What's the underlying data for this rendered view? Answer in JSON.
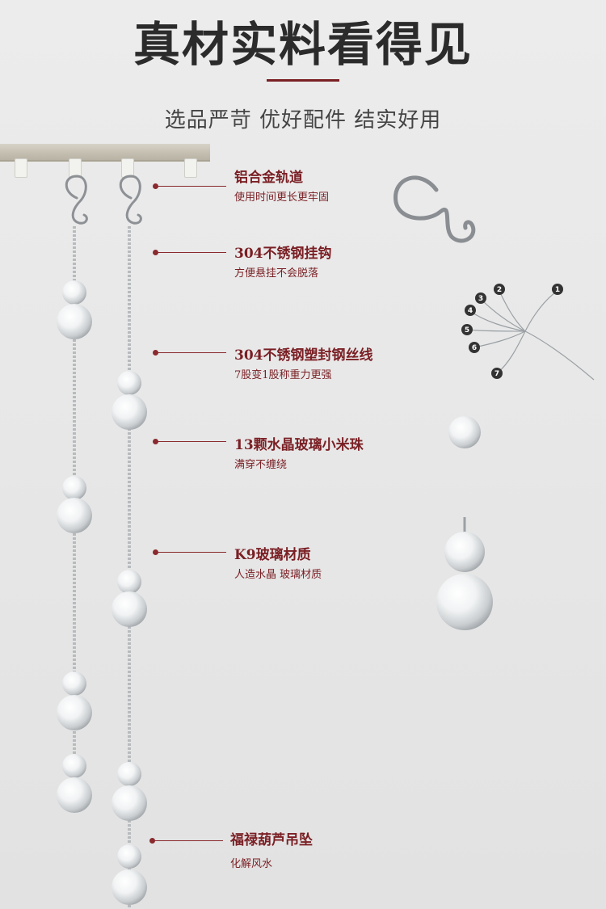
{
  "header": {
    "title": "真材实料看得见",
    "subtitle": "选品严苛 优好配件 结实好用"
  },
  "features": [
    {
      "title": "铝合金轨道",
      "desc": "使用时间更长更牢固"
    },
    {
      "title": "304不锈钢挂钩",
      "desc": "方便悬挂不会脱落"
    },
    {
      "title": "304不锈钢塑封钢丝线",
      "desc": "7股变1股称重力更强"
    },
    {
      "title": "13颗水晶玻璃小米珠",
      "desc": "满穿不缠绕"
    },
    {
      "title": "K9玻璃材质",
      "desc": "人造水晶  玻璃材质"
    },
    {
      "title": "福禄葫芦吊坠",
      "desc": "化解风水"
    }
  ],
  "wire_strands": [
    "1",
    "2",
    "3",
    "4",
    "5",
    "6",
    "7"
  ],
  "colors": {
    "accent": "#7a1f24",
    "background": "#e6e6e6",
    "title": "#2b2b2b"
  }
}
